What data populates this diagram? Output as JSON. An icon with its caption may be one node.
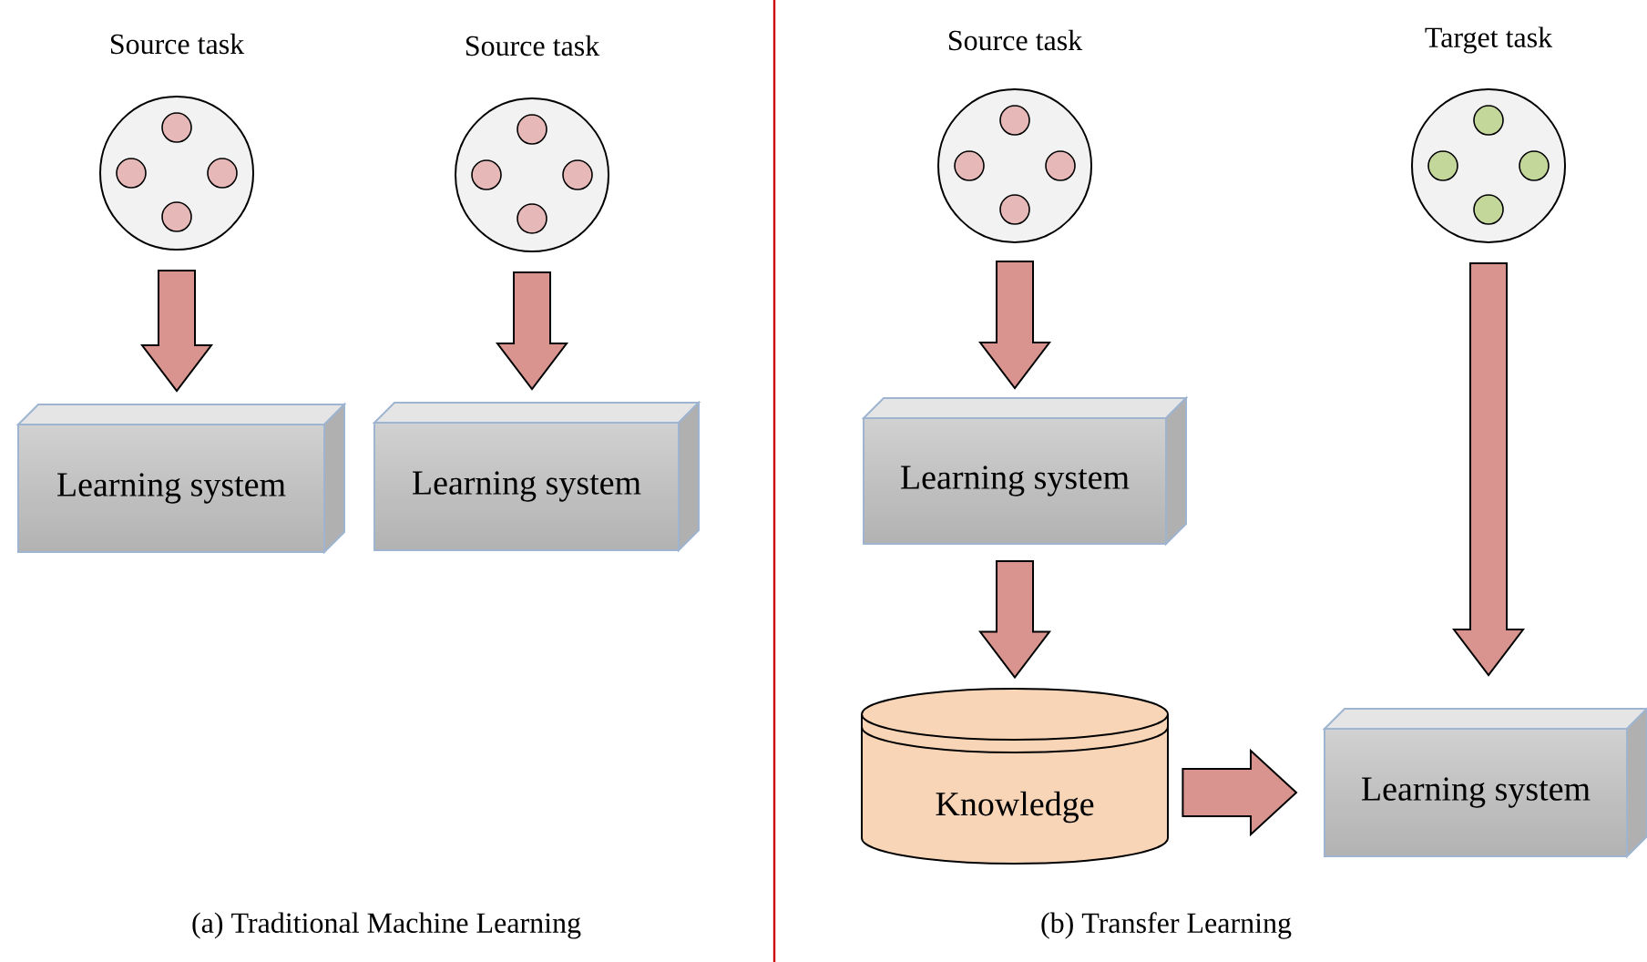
{
  "diagram": {
    "nodes": [
      {
        "text": [
          "Source task"
        ]
      },
      {
        "text": [
          "Source task"
        ]
      },
      {
        "text": [
          "Learning system"
        ]
      },
      {
        "text": [
          "Learning system"
        ]
      },
      {
        "text": [
          "Source task"
        ]
      },
      {
        "text": [
          "Target task"
        ]
      },
      {
        "text": [
          "Learning system"
        ]
      },
      {
        "text": [
          "Knowledge"
        ]
      },
      {
        "text": [
          "Learning system"
        ]
      }
    ],
    "edges": [
      {
        "from": 0,
        "to": 2,
        "arrow": "to"
      },
      {
        "from": 1,
        "to": 3,
        "arrow": "to"
      },
      {
        "from": 4,
        "to": 6,
        "arrow": "to"
      },
      {
        "from": 6,
        "to": 7,
        "arrow": "to"
      },
      {
        "from": 7,
        "to": 8,
        "arrow": "to"
      },
      {
        "from": 5,
        "to": 8,
        "arrow": "to"
      }
    ],
    "labels": [
      "(a) Traditional Machine Learning",
      "(b) Transfer Learning"
    ]
  }
}
